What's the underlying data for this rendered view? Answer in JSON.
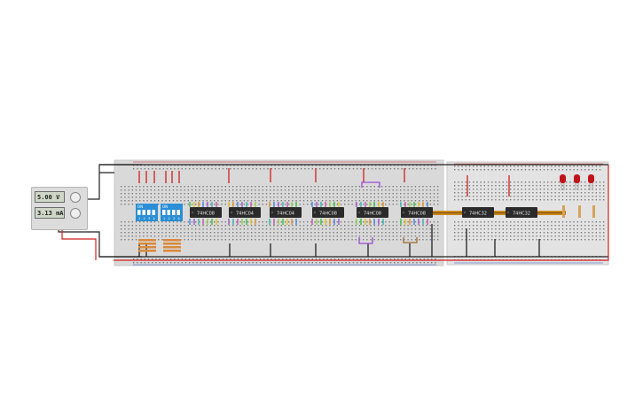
{
  "power_supply": {
    "voltage": "5.00 V",
    "current": "3.13 mA"
  },
  "dip_switches": [
    {
      "on_label": "ON",
      "pins": [
        "1",
        "2",
        "3",
        "4"
      ]
    },
    {
      "on_label": "ON",
      "pins": [
        "1",
        "2",
        "3",
        "4"
      ]
    }
  ],
  "chips": [
    {
      "label": "74HC08"
    },
    {
      "label": "74HC04"
    },
    {
      "label": "74HC04"
    },
    {
      "label": "74HC08"
    },
    {
      "label": "74HC08"
    },
    {
      "label": "74HC08"
    },
    {
      "label": "74HC32"
    },
    {
      "label": "74HC32"
    }
  ],
  "colors": {
    "power_wire": "#d11f1f",
    "ground_wire": "#222222",
    "breadboard": "#d9d9d9",
    "dip_switch": "#2a8fd6",
    "led": "#c0141c"
  }
}
